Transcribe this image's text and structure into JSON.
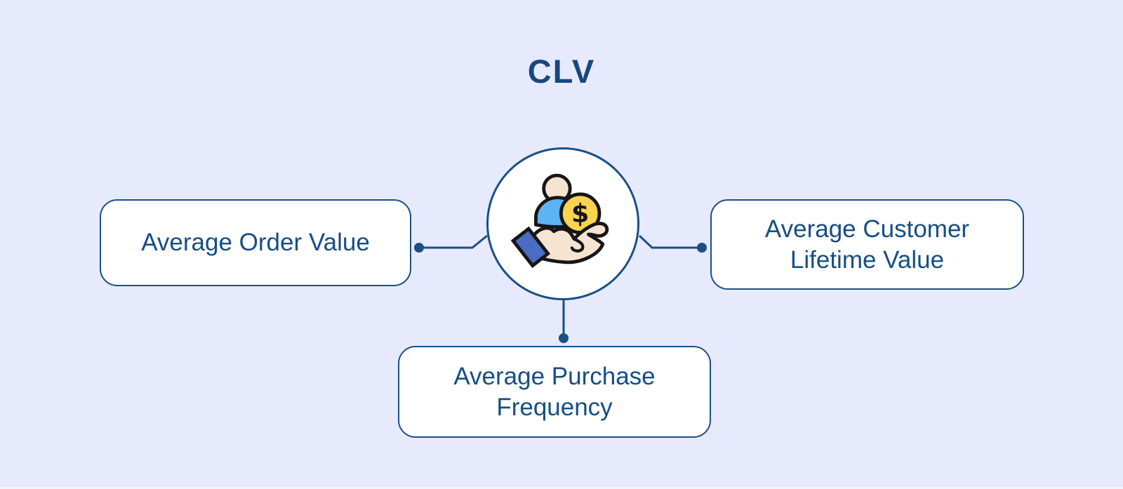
{
  "title": "CLV",
  "center": {
    "icon": "hand-holding-customer-dollar-icon",
    "dollar_sign": "$"
  },
  "nodes": [
    {
      "id": "left",
      "label": "Average Order Value"
    },
    {
      "id": "right",
      "label": "Average Customer Lifetime Value"
    },
    {
      "id": "bottom",
      "label": "Average Purchase Frequency"
    }
  ],
  "colors": {
    "background": "#e6eafc",
    "navy_line": "#1b4f85",
    "navy_text": "#174e84",
    "box_fill": "#ffffff",
    "icon_skin": "#f6e4d2",
    "icon_body_blue": "#5eb3f2",
    "icon_coin_yellow": "#f9d44e",
    "icon_sleeve_blue": "#4a6cc3",
    "icon_outline": "#161616"
  }
}
